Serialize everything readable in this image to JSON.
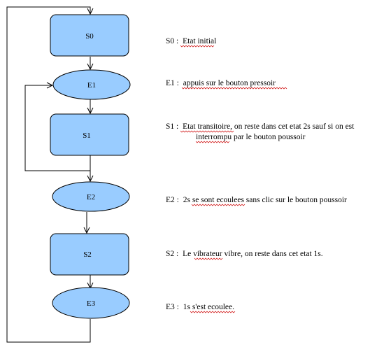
{
  "diagram": {
    "nodes": [
      {
        "id": "S0",
        "label": "S0",
        "kind": "state"
      },
      {
        "id": "E1",
        "label": "E1",
        "kind": "event"
      },
      {
        "id": "S1",
        "label": "S1",
        "kind": "state"
      },
      {
        "id": "E2",
        "label": "E2",
        "kind": "event"
      },
      {
        "id": "S2",
        "label": "S2",
        "kind": "state"
      },
      {
        "id": "E3",
        "label": "E3",
        "kind": "event"
      }
    ],
    "descriptions": {
      "s0": {
        "prefix": "S0 :",
        "text": "Etat initial"
      },
      "e1": {
        "prefix": "E1 :",
        "text": "appuis sur le bouton pressoir"
      },
      "s1": {
        "prefix": "S1 :",
        "line1": "Etat transitoire, on reste dans cet etat 2s sauf si on est",
        "line2": "interrompu par le bouton poussoir"
      },
      "e2": {
        "prefix": "E2 :",
        "text": "2s se sont ecoulees sans clic sur le bouton poussoir"
      },
      "s2": {
        "prefix": "S2 :",
        "text": "Le vibrateur vibre, on reste dans cet etat 1s."
      },
      "e3": {
        "prefix": "E3 :",
        "text": "1s s'est ecoulee."
      }
    },
    "colors": {
      "fill": "#99ccff",
      "stroke": "#000000",
      "spellcheck_underline": "#cc0000"
    }
  }
}
